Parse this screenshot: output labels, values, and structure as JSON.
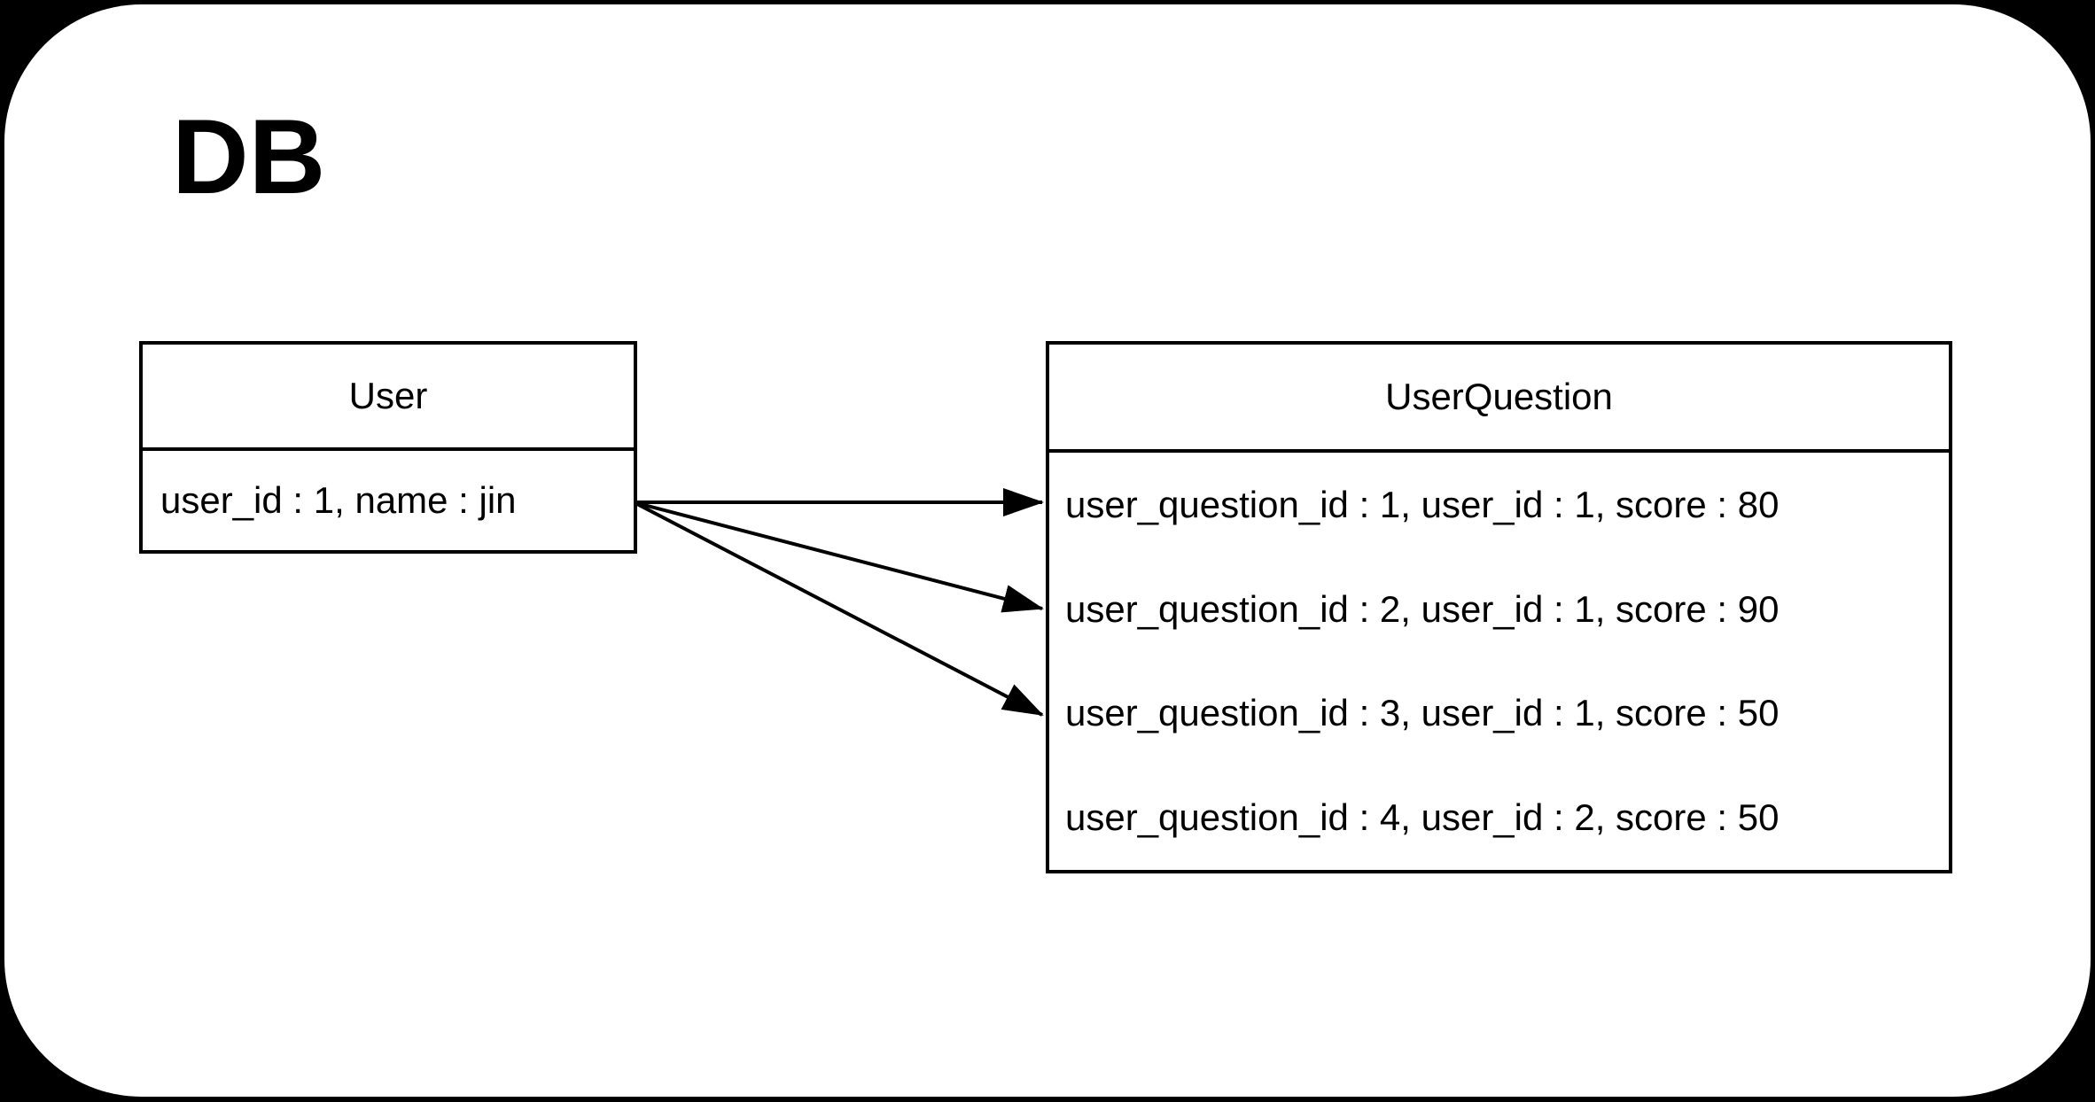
{
  "title": "DB",
  "entities": {
    "user": {
      "name": "User",
      "rows": [
        "user_id : 1, name : jin"
      ]
    },
    "user_question": {
      "name": "UserQuestion",
      "rows": [
        "user_question_id : 1, user_id : 1, score : 80",
        "user_question_id : 2, user_id : 1, score : 90",
        "user_question_id : 3, user_id : 1, score : 50",
        "user_question_id : 4, user_id : 2, score : 50"
      ]
    }
  },
  "relationships": [
    {
      "from_entity": "User",
      "from_row": 0,
      "to_entity": "UserQuestion",
      "to_row": 0
    },
    {
      "from_entity": "User",
      "from_row": 0,
      "to_entity": "UserQuestion",
      "to_row": 1
    },
    {
      "from_entity": "User",
      "from_row": 0,
      "to_entity": "UserQuestion",
      "to_row": 2
    }
  ],
  "colors": {
    "background": "#000000",
    "surface": "#ffffff",
    "stroke": "#000000",
    "text": "#000000"
  }
}
